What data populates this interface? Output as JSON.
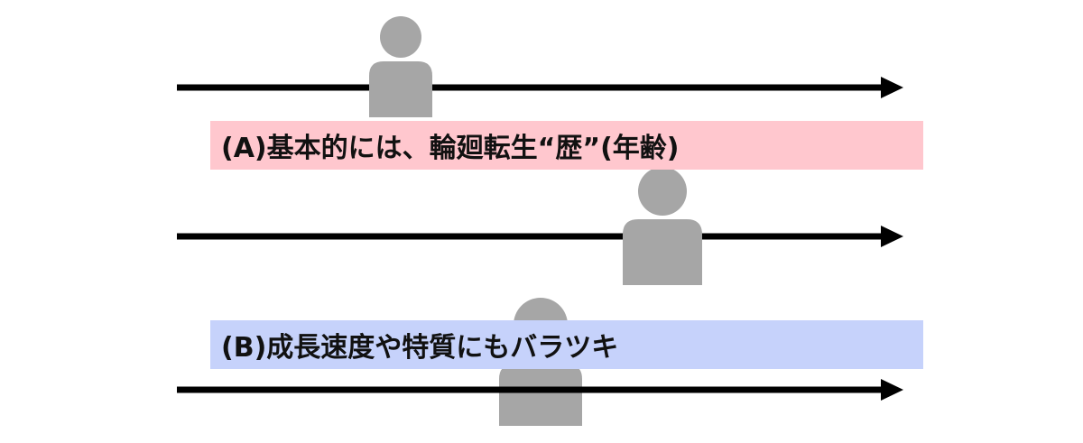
{
  "labels": {
    "a": "(A)基本的には、輪廻転生“歴”(年齢)",
    "b": "(B)成長速度や特質にもバラツキ"
  },
  "colors": {
    "arrow": "#000000",
    "person": "#a6a6a6",
    "banner_a": "#ffc7ce",
    "banner_b": "#c6d2fb"
  },
  "icons": {
    "person": "person-silhouette-icon",
    "arrow": "timeline-arrow"
  }
}
